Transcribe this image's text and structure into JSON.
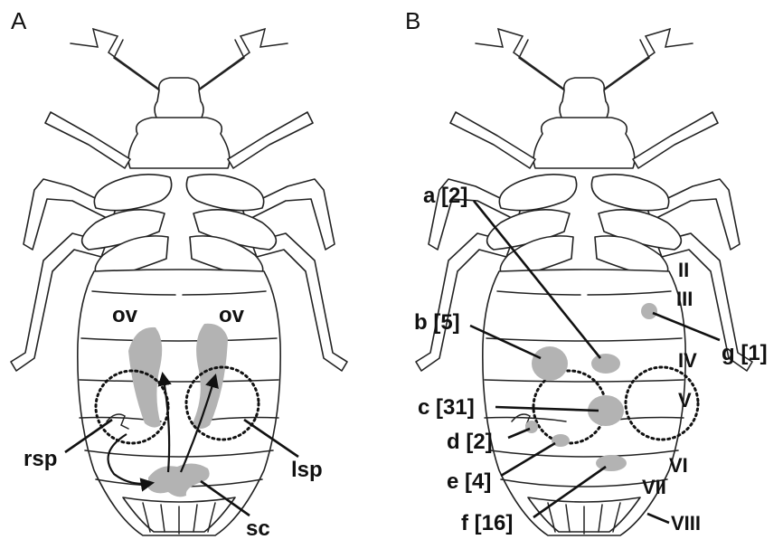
{
  "panels": {
    "A": "A",
    "B": "B"
  },
  "panelA": {
    "labels": {
      "ov_left": "ov",
      "ov_right": "ov",
      "rsp": "rsp",
      "lsp": "lsp",
      "sc": "sc"
    }
  },
  "panelB": {
    "spots": [
      {
        "id": "a",
        "label": "a [2]"
      },
      {
        "id": "b",
        "label": "b [5]"
      },
      {
        "id": "c",
        "label": "c [31]"
      },
      {
        "id": "d",
        "label": "d [2]"
      },
      {
        "id": "e",
        "label": "e [4]"
      },
      {
        "id": "f",
        "label": "f [16]"
      },
      {
        "id": "g",
        "label": "g [1]"
      }
    ],
    "segments": [
      "II",
      "III",
      "IV",
      "V",
      "VI",
      "VII",
      "VIII"
    ]
  },
  "colors": {
    "shade": "#b3b3b3",
    "outline": "#222222"
  }
}
